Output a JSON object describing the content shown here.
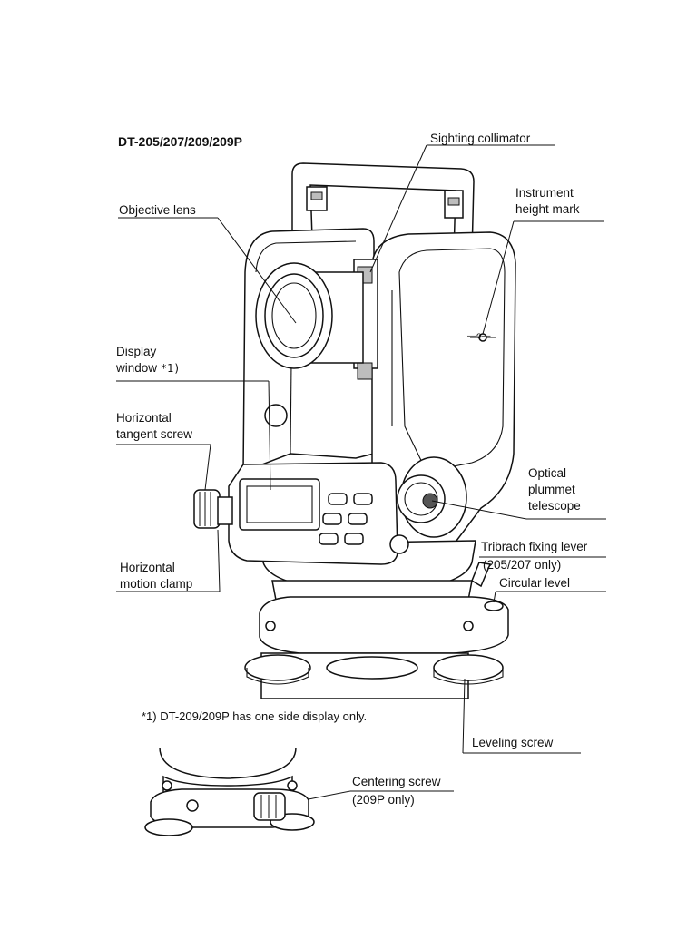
{
  "title": "DT-205/207/209/209P",
  "labels": {
    "sighting_collimator": "Sighting collimator",
    "objective_lens": "Objective lens",
    "instrument_height_mark_1": "Instrument",
    "instrument_height_mark_2": "height mark",
    "display_window_1": "Display",
    "display_window_2": "window",
    "display_window_ref": "*1)",
    "horizontal_tangent_screw_1": "Horizontal",
    "horizontal_tangent_screw_2": "tangent screw",
    "optical_plummet_1": "Optical",
    "optical_plummet_2": "plummet",
    "optical_plummet_3": "telescope",
    "tribrach_fixing_lever_1": "Tribrach fixing lever",
    "tribrach_fixing_lever_2": "(205/207 only)",
    "horizontal_motion_clamp_1": "Horizontal",
    "horizontal_motion_clamp_2": "motion clamp",
    "circular_level": "Circular  level",
    "leveling_screw": "Leveling screw",
    "centering_screw_1": "Centering screw",
    "centering_screw_2": "(209P only)"
  },
  "footnote": "*1) DT-209/209P has one side display only.",
  "height_mark_symbol": "—o—"
}
